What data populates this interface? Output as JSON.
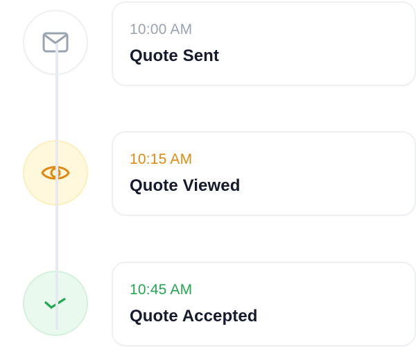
{
  "colors": {
    "title": "#151a2d",
    "line": "#e6e9f0",
    "sent": "#9aa3b2",
    "viewed": "#e08a12",
    "accepted": "#22a94f"
  },
  "timeline": {
    "events": [
      {
        "time": "10:00 AM",
        "title": "Quote Sent",
        "icon": "envelope-icon",
        "status": "sent"
      },
      {
        "time": "10:15 AM",
        "title": "Quote Viewed",
        "icon": "eye-icon",
        "status": "viewed"
      },
      {
        "time": "10:45 AM",
        "title": "Quote Accepted",
        "icon": "checkmark-icon",
        "status": "accepted"
      }
    ]
  }
}
